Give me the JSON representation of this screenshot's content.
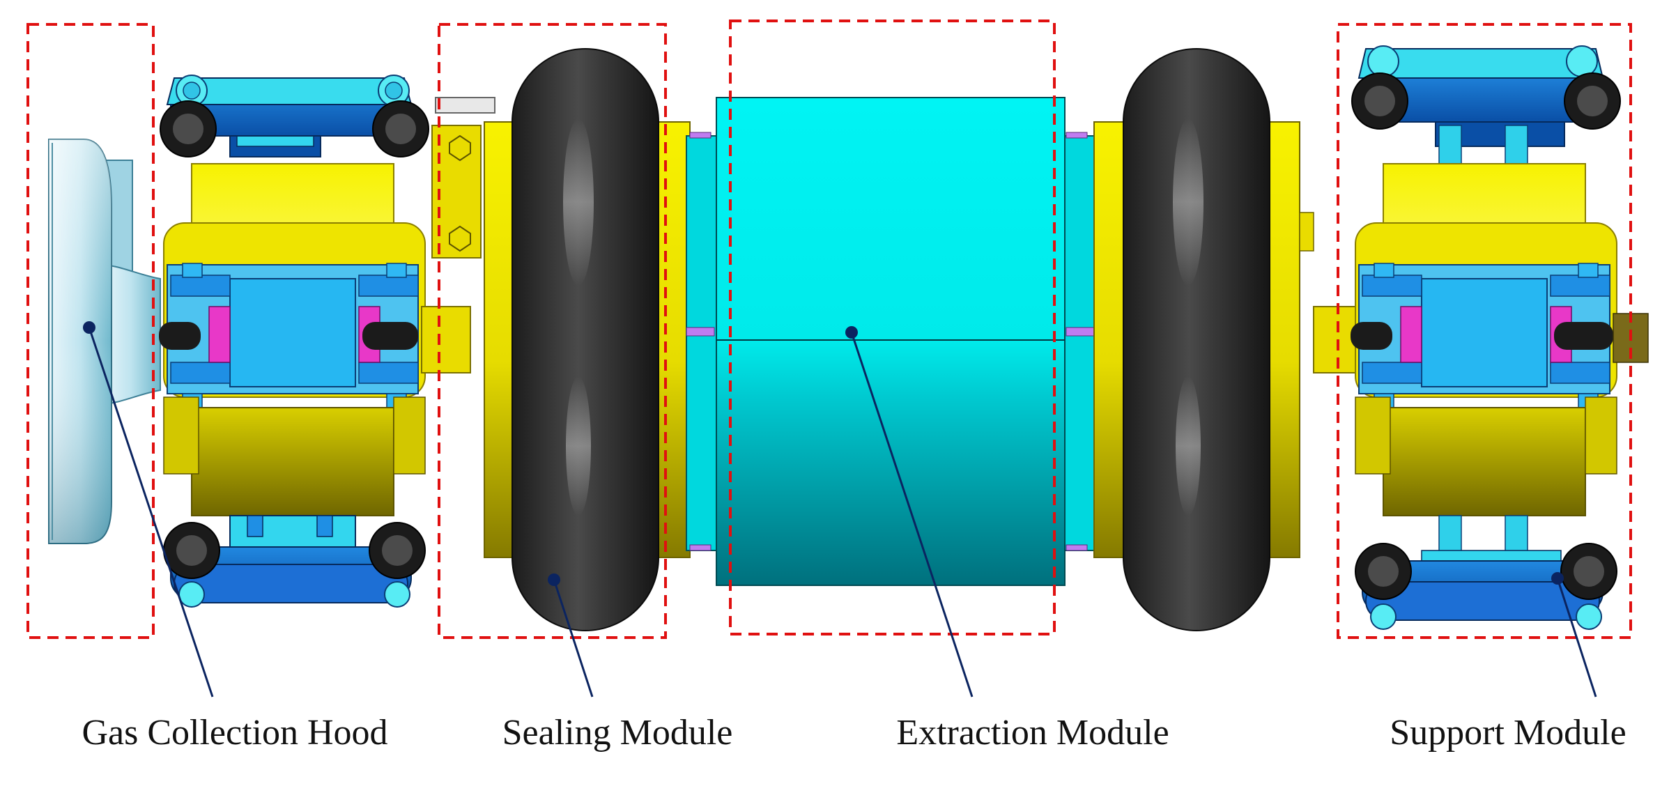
{
  "figure": {
    "labels": {
      "gas_hood": "Gas Collection Hood",
      "sealing": "Sealing Module",
      "extraction": "Extraction Module",
      "support": "Support Module"
    },
    "colors": {
      "yellow": "#f5f000",
      "olive": "#8f8400",
      "cyan": "#00f2f2",
      "teal": "#007e8c",
      "blue": "#0a6fd6",
      "dark_blue": "#0b3f92",
      "light_blue": "#2fb8f4",
      "tire": "#2a2a2a",
      "magenta": "#e838c8",
      "frame_red": "#e01010",
      "leader": "#0b2460"
    }
  }
}
